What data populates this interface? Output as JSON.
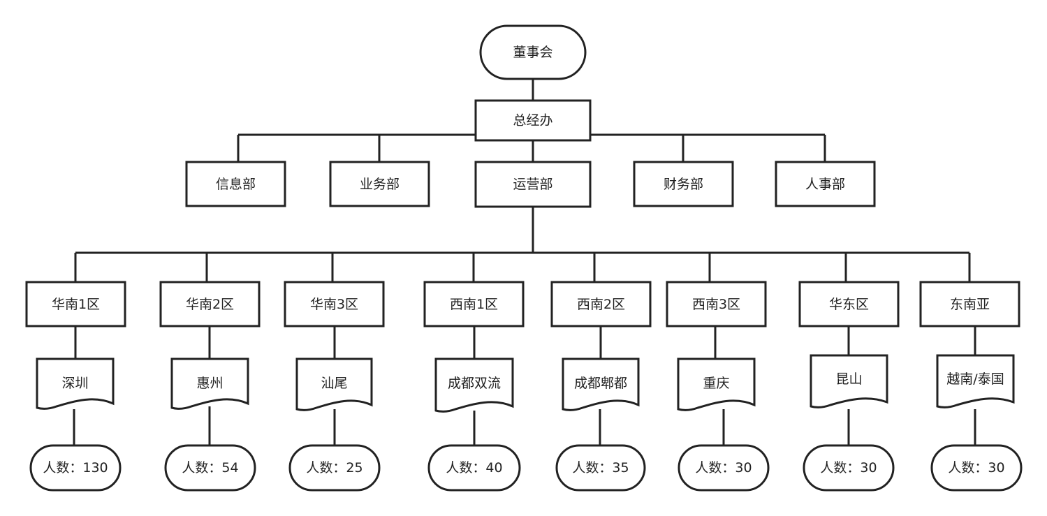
{
  "board": {
    "label": "董事会"
  },
  "office": {
    "label": "总经办"
  },
  "departments": [
    {
      "label": "信息部"
    },
    {
      "label": "业务部"
    },
    {
      "label": "运营部"
    },
    {
      "label": "财务部"
    },
    {
      "label": "人事部"
    }
  ],
  "regions": [
    {
      "label": "华南1区",
      "site": "深圳",
      "headcount": "人数：130"
    },
    {
      "label": "华南2区",
      "site": "惠州",
      "headcount": "人数：54"
    },
    {
      "label": "华南3区",
      "site": "汕尾",
      "headcount": "人数：25"
    },
    {
      "label": "西南1区",
      "site": "成都双流",
      "headcount": "人数：40"
    },
    {
      "label": "西南2区",
      "site": "成都郫都",
      "headcount": "人数：35"
    },
    {
      "label": "西南3区",
      "site": "重庆",
      "headcount": "人数：30"
    },
    {
      "label": "华东区",
      "site": "昆山",
      "headcount": "人数：30"
    },
    {
      "label": "东南亚",
      "site": "越南/泰国",
      "headcount": "人数：30"
    }
  ]
}
